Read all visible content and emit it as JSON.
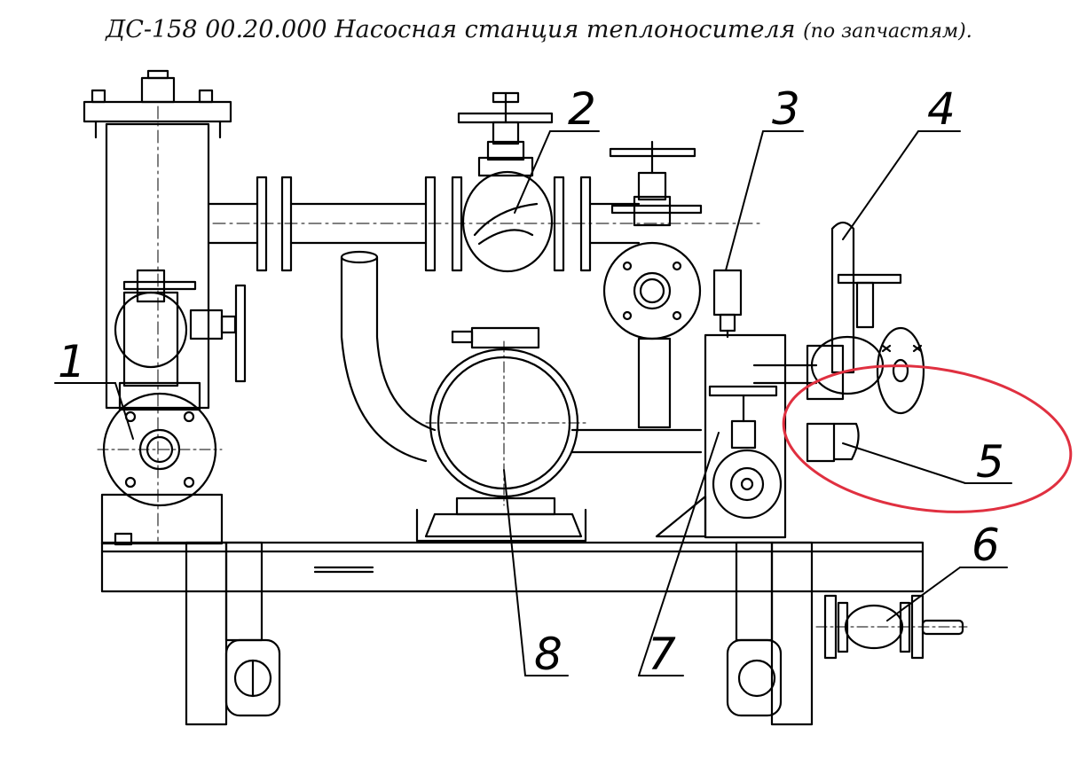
{
  "title": {
    "main": "ДС-158 00.20.000 Насосная станция теплоносителя",
    "sub": "(по запчастям)."
  },
  "callouts": [
    {
      "label": "1"
    },
    {
      "label": "2"
    },
    {
      "label": "3"
    },
    {
      "label": "4"
    },
    {
      "label": "5"
    },
    {
      "label": "6"
    },
    {
      "label": "7"
    },
    {
      "label": "8"
    }
  ],
  "colors": {
    "line": "#000000",
    "highlight": "#e03040"
  }
}
